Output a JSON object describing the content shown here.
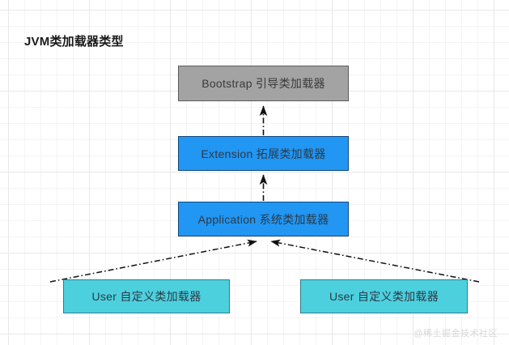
{
  "diagram": {
    "title": "JVM类加载器类型",
    "background_color": "#ffffff",
    "grid_color": "#e8e8e8",
    "nodes": [
      {
        "id": "bootstrap",
        "label": "Bootstrap 引导类加载器",
        "fill": "#a3a3a3",
        "stroke": "#5b5b5b",
        "text_color": "#3a3a3a"
      },
      {
        "id": "extension",
        "label": "Extension 拓展类加载器",
        "fill": "#2196f3",
        "stroke": "#17487a",
        "text_color": "#2c3a47"
      },
      {
        "id": "application",
        "label": "Application 系统类加载器",
        "fill": "#2196f3",
        "stroke": "#17487a",
        "text_color": "#2c3a47"
      },
      {
        "id": "user-left",
        "label": "User 自定义类加载器",
        "fill": "#4dd0de",
        "stroke": "#2d7f8a",
        "text_color": "#2c3a47"
      },
      {
        "id": "user-right",
        "label": "User 自定义类加载器",
        "fill": "#4dd0de",
        "stroke": "#2d7f8a",
        "text_color": "#2c3a47"
      }
    ],
    "edges": [
      {
        "from": "extension",
        "to": "bootstrap",
        "style": "dash-dot",
        "arrow": "end"
      },
      {
        "from": "application",
        "to": "extension",
        "style": "dash-dot",
        "arrow": "end"
      },
      {
        "from": "user-left",
        "to": "application",
        "style": "dash-dot",
        "arrow": "end"
      },
      {
        "from": "user-right",
        "to": "application",
        "style": "dash-dot",
        "arrow": "end"
      }
    ],
    "edge_color": "#1a1a1a"
  },
  "watermark": {
    "text": "@稀土掘金技术社区"
  }
}
